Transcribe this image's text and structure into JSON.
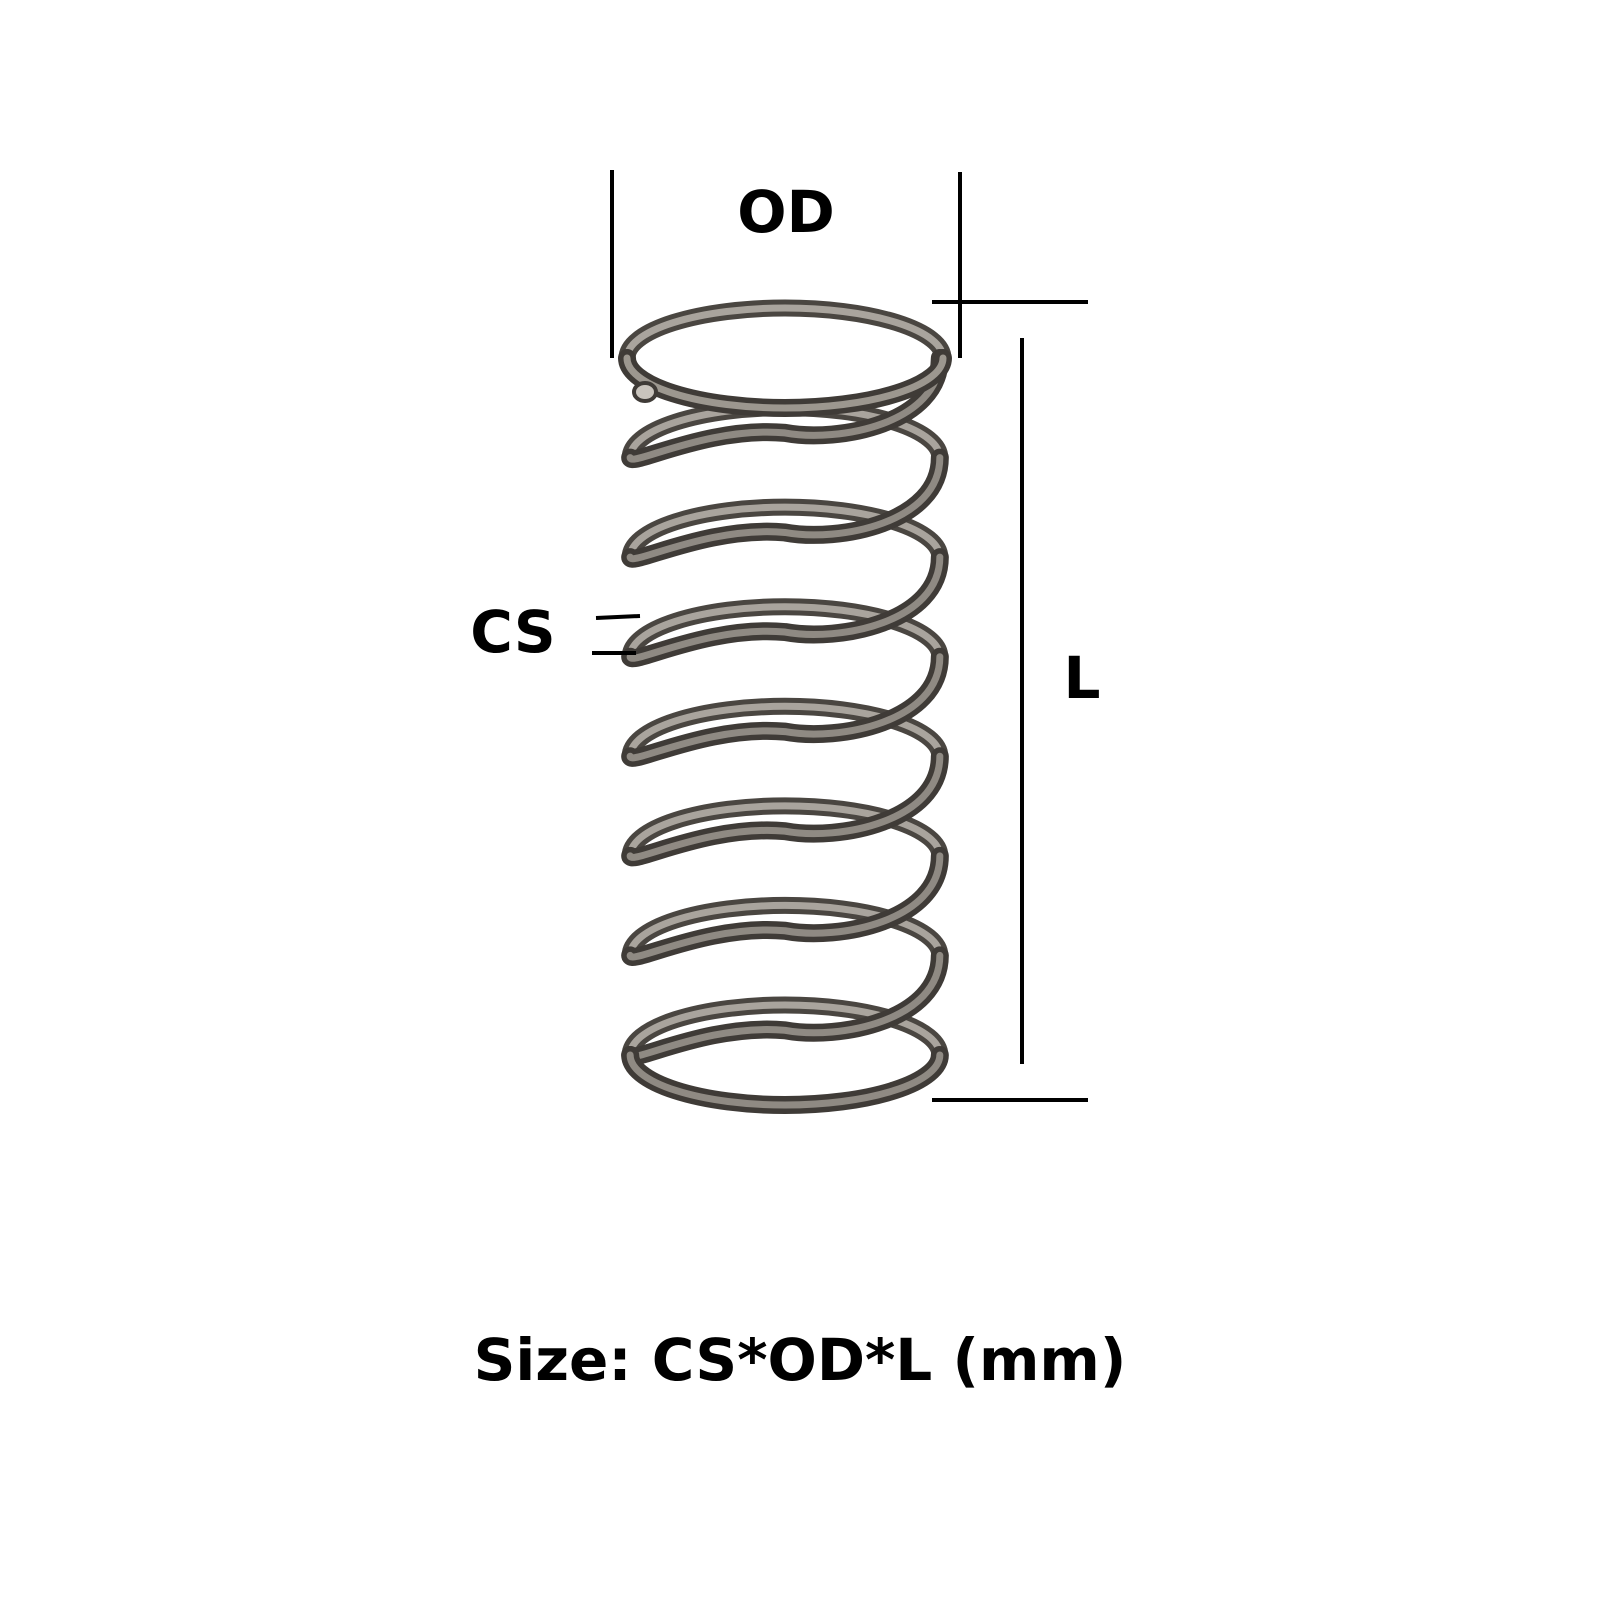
{
  "labels": {
    "od": "OD",
    "cs": "CS",
    "length": "L"
  },
  "caption": "Size: CS*OD*L (mm)",
  "colors": {
    "background": "#ffffff",
    "ink": "#000000",
    "spring_dark": "#4a4641",
    "spring_mid": "#7d7872",
    "spring_light": "#b9b4ad"
  },
  "icons": {
    "main": "compression-spring-icon"
  }
}
